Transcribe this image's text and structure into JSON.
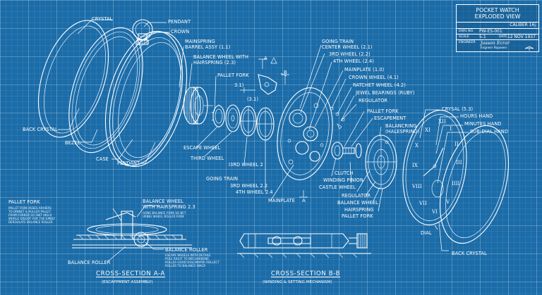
{
  "title_block": {
    "title_line1": "POCKET WATCH",
    "title_line2": "EXPLODED VIEW",
    "caliber": "CALIBER 16j",
    "dwg_no_label": "DWG NO.",
    "dwg_no": "PW-ES-001",
    "scale_label": "SCALE",
    "scale": "5:1",
    "date_label": "DATE",
    "date": "12 NOV 1937",
    "engineer_label": "ENGINEER",
    "engineer_sig": "Jasson Ecrar",
    "engineer_sig2": "Engneer Ropoeen"
  },
  "labels": {
    "crystal": "CRYSTAL",
    "pendant": "PENDANT",
    "crown": "CROWN",
    "mainspring": "MAINSPRING",
    "barrel_assy": "BARREL ASSY (1.1)",
    "balance_wheel_with": "BALANCE WHEEL WITH",
    "hairspring_23": "HAIRSPRING (2.3)",
    "pallet_fork_top": "PALLET FORK",
    "ref_31": "3.1)",
    "ref_31b": "(3.1)",
    "going_train": "GOING TRAIN",
    "center_wheel": "CENTER WHEEL (2.1)",
    "third_wheel_22": "3RD WHEEL (2.2)",
    "fourth_wheel_24": "4TH WHEEL (2.4)",
    "mainplate_10": "MAINPLATE (1.0)",
    "crown_wheel": "CROWN WHEEL (4.1)",
    "ratchet_wheel": "RATCHET WHEEL (4.2)",
    "jewel_bearings": "JEWEL BEARINGS (RUBY)",
    "regulator_top": "REGULATOR",
    "pallet_fork_mid": "PALLET FORK",
    "escapement": "ESCAPEMENT",
    "balancring": "BALANCRING",
    "halespring": "(HALESPRING)",
    "crysal": "CRYSAL (5.3)",
    "hours_hand": "HOURS HAND",
    "minutes_hand": "MINUTES HAND",
    "sub_dial_hand": "SUB-DIAL HAND",
    "back_crystal_left": "BACK CRYSTAL",
    "bezel": "BEZEL",
    "case": "CASE",
    "pendant_bottom": "PENDANT",
    "escape_wheel": "ESCAPE WHEEL",
    "third_wheel": "THIRD WHEEL",
    "third_wheel_2": "I3RD WHEEL 2",
    "going_train_bottom": "GOING TRAIN",
    "third_wheel_3rd": "3RD WHEEL 2.2",
    "fourth_wheel_bottom": "4TH WHEEL 2.4",
    "mainplate_bottom": "MAINPLATE",
    "clutch": "CLUTCH",
    "winding_pinion": "WINDING PINION",
    "castle_wheel": "CASTLE WHEEL",
    "regulator_bottom": "REGULATOR",
    "balance_wheel": "BALANCE WHEEL",
    "hairspring": "HAIRSPRING",
    "pallet_fork_bottom": "PALLET FORK",
    "dial": "DIAL",
    "back_crystal_right": "BACK CRYSTAL",
    "section_a": "A",
    "section_b": "B"
  },
  "cross_section_a": {
    "title": "CROSS-SECTION A-A",
    "subtitle": "(ESCAPPMENT ASSEMBLY)",
    "pallet_fork": "PALLET FORK",
    "pallet_fork_note": "PALLET FORK ASSES ARHIERS\nTO DINNET & RULLER PALLET\nFROM FORKER SO SNIT HIGLS\nWHOLE DISOOT FOR THE EMBLY\nDEROULATE BALANCE ROLLER",
    "balance_wheel_with": "BALANCE WHEEL",
    "with_hairspring": "WITH HAIRSPRING 2.3",
    "balance_wheel_note": "GONE BALANCE FORK SO BET\nURING WHEEL ROLLER FORK",
    "balance_roller": "BALANCE ROLLER",
    "balance_roller_note": "ESCAPE WHEELS WITH DETAILE\nPOLE RIGHT TO MECHARKONE\nROLLER GOOD DOLEMAPER ROLLECT\nROLLER TO BALANCE WACR",
    "balance_roller_left": "BALANCE ROLLER"
  },
  "cross_section_b": {
    "title": "CROSS-SECTION B-B",
    "subtitle": "(WINDING & SETTING MECHANISM)"
  },
  "dial_numerals": [
    "XII",
    "I",
    "II",
    "III",
    "IIII",
    "V",
    "VI",
    "VII",
    "VIII",
    "IX",
    "X",
    "XI"
  ]
}
